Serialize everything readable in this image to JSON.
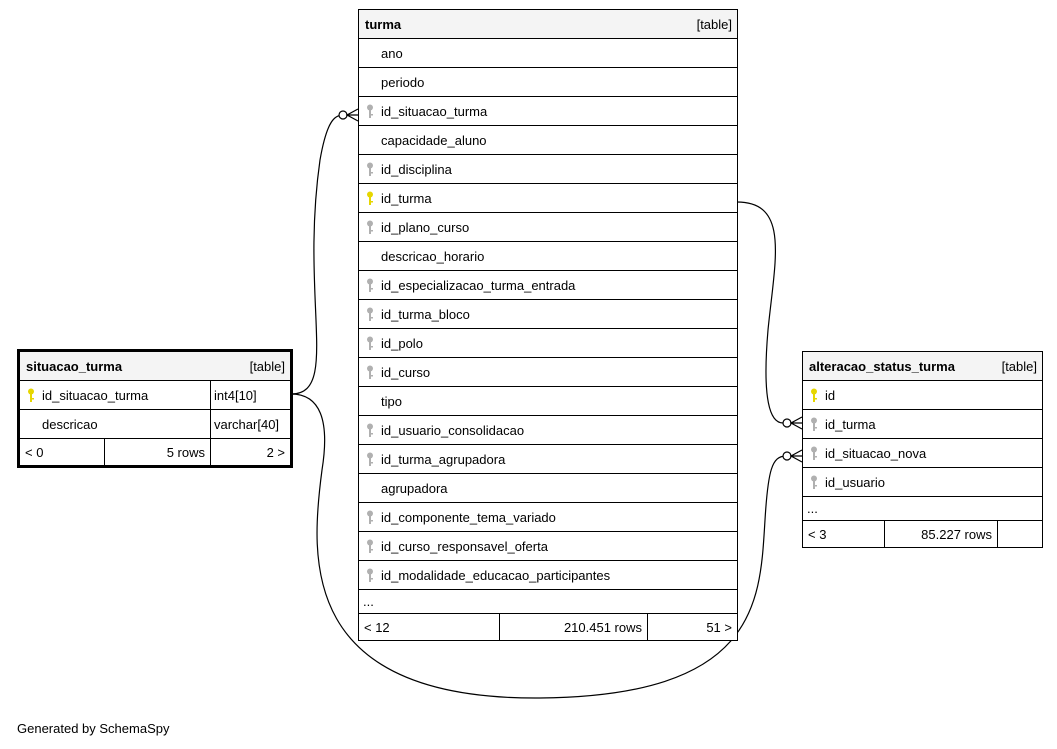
{
  "turma": {
    "name": "turma",
    "kind": "[table]",
    "columns": [
      {
        "name": "ano",
        "key": "none"
      },
      {
        "name": "periodo",
        "key": "none"
      },
      {
        "name": "id_situacao_turma",
        "key": "foreign"
      },
      {
        "name": "capacidade_aluno",
        "key": "none"
      },
      {
        "name": "id_disciplina",
        "key": "foreign"
      },
      {
        "name": "id_turma",
        "key": "primary"
      },
      {
        "name": "id_plano_curso",
        "key": "foreign"
      },
      {
        "name": "descricao_horario",
        "key": "none"
      },
      {
        "name": "id_especializacao_turma_entrada",
        "key": "foreign"
      },
      {
        "name": "id_turma_bloco",
        "key": "foreign"
      },
      {
        "name": "id_polo",
        "key": "foreign"
      },
      {
        "name": "id_curso",
        "key": "foreign"
      },
      {
        "name": "tipo",
        "key": "none"
      },
      {
        "name": "id_usuario_consolidacao",
        "key": "foreign"
      },
      {
        "name": "id_turma_agrupadora",
        "key": "foreign"
      },
      {
        "name": "agrupadora",
        "key": "none"
      },
      {
        "name": "id_componente_tema_variado",
        "key": "foreign"
      },
      {
        "name": "id_curso_responsavel_oferta",
        "key": "foreign"
      },
      {
        "name": "id_modalidade_educacao_participantes",
        "key": "foreign"
      }
    ],
    "more": "...",
    "parents": "< 12",
    "rows": "210.451 rows",
    "children": "51 >"
  },
  "situacao_turma": {
    "name": "situacao_turma",
    "kind": "[table]",
    "columns": [
      {
        "name": "id_situacao_turma",
        "key": "primary",
        "type": "int4[10]"
      },
      {
        "name": "descricao",
        "key": "none",
        "type": "varchar[40]"
      }
    ],
    "parents": "< 0",
    "rows": "5 rows",
    "children": "2 >"
  },
  "alteracao_status_turma": {
    "name": "alteracao_status_turma",
    "kind": "[table]",
    "columns": [
      {
        "name": "id",
        "key": "primary"
      },
      {
        "name": "id_turma",
        "key": "foreign"
      },
      {
        "name": "id_situacao_nova",
        "key": "foreign"
      },
      {
        "name": "id_usuario",
        "key": "foreign"
      }
    ],
    "more": "...",
    "parents": "< 3",
    "rows": "85.227 rows",
    "children": ""
  },
  "footer": {
    "generated": "Generated by SchemaSpy"
  },
  "colors": {
    "primary_key": "#e6d600",
    "foreign_key": "#b0b0b0",
    "header_bg": "#f4f4f4"
  }
}
